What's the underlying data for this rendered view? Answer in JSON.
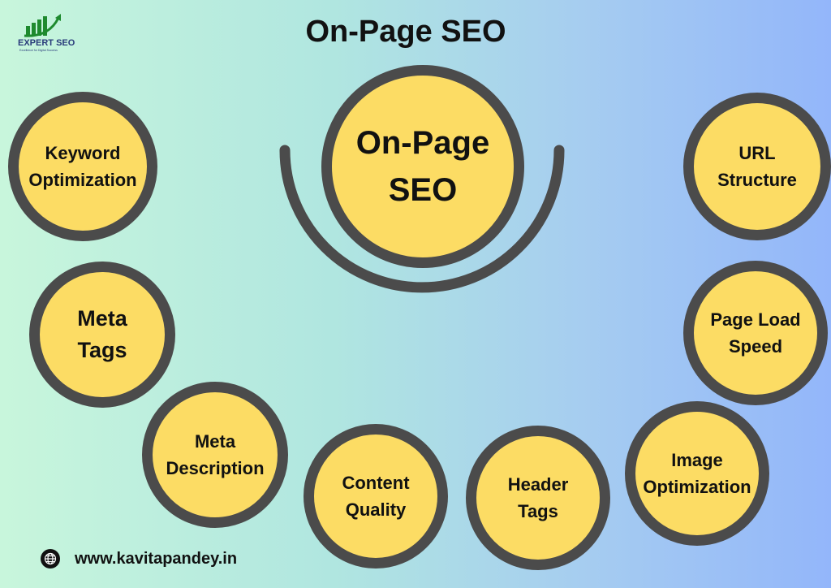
{
  "title": "On-Page SEO",
  "logo": {
    "name": "EXPERT SEO",
    "tagline": "Excellence for Digital Success"
  },
  "center": {
    "line1": "On-Page",
    "line2": "SEO"
  },
  "nodes": [
    {
      "line1": "Keyword",
      "line2": "Optimization"
    },
    {
      "line1": "Meta",
      "line2": "Tags"
    },
    {
      "line1": "Meta",
      "line2": "Description"
    },
    {
      "line1": "Content",
      "line2": "Quality"
    },
    {
      "line1": "Header",
      "line2": "Tags"
    },
    {
      "line1": "Image",
      "line2": "Optimization"
    },
    {
      "line1": "Page Load",
      "line2": "Speed"
    },
    {
      "line1": "URL",
      "line2": "Structure"
    }
  ],
  "footer": {
    "icon": "globe-icon",
    "url": "www.kavitapandey.in"
  },
  "colors": {
    "circle_fill": "#fcdc64",
    "circle_border": "#4b4b4b",
    "logo_green": "#1e8a2e",
    "logo_navy": "#283a7a"
  }
}
